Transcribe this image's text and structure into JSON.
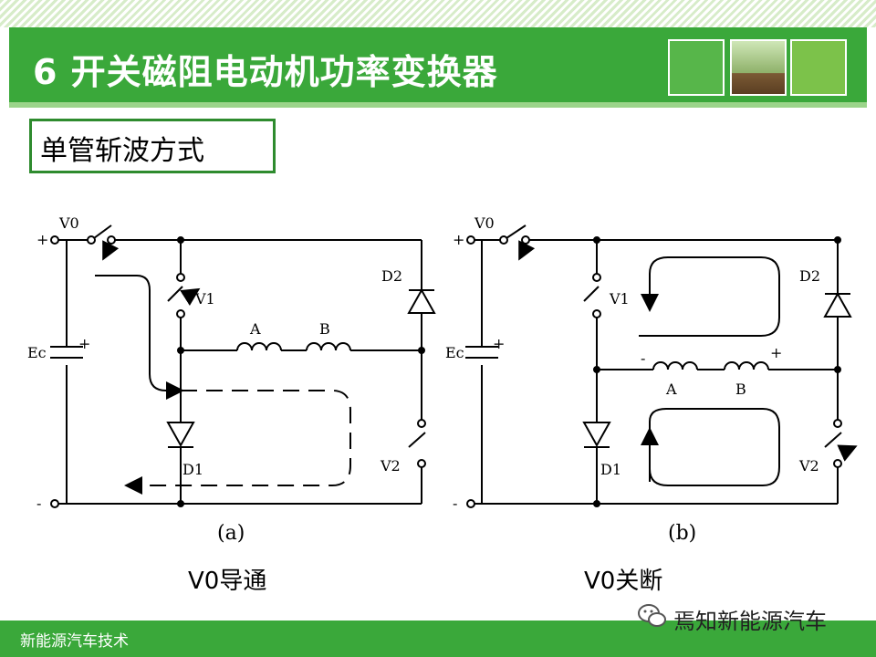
{
  "header": {
    "title": "6 开关磁阻电动机功率变换器"
  },
  "subtitle": "单管斩波方式",
  "diagram_a": {
    "labels": {
      "v0": "V0",
      "v1": "V1",
      "v2": "V2",
      "d1": "D1",
      "d2": "D2",
      "ec": "Ec",
      "a": "A",
      "b": "B",
      "plus": "+",
      "minus": "-"
    },
    "tag": "(a)",
    "caption": "V0导通"
  },
  "diagram_b": {
    "labels": {
      "v0": "V0",
      "v1": "V1",
      "v2": "V2",
      "d1": "D1",
      "d2": "D2",
      "ec": "Ec",
      "a": "A",
      "b": "B",
      "plus": "+",
      "minus": "-"
    },
    "tag": "(b)",
    "caption": "V0关断"
  },
  "footer": {
    "text": "新能源汽车技术"
  },
  "watermark": {
    "text": "焉知新能源汽车"
  }
}
